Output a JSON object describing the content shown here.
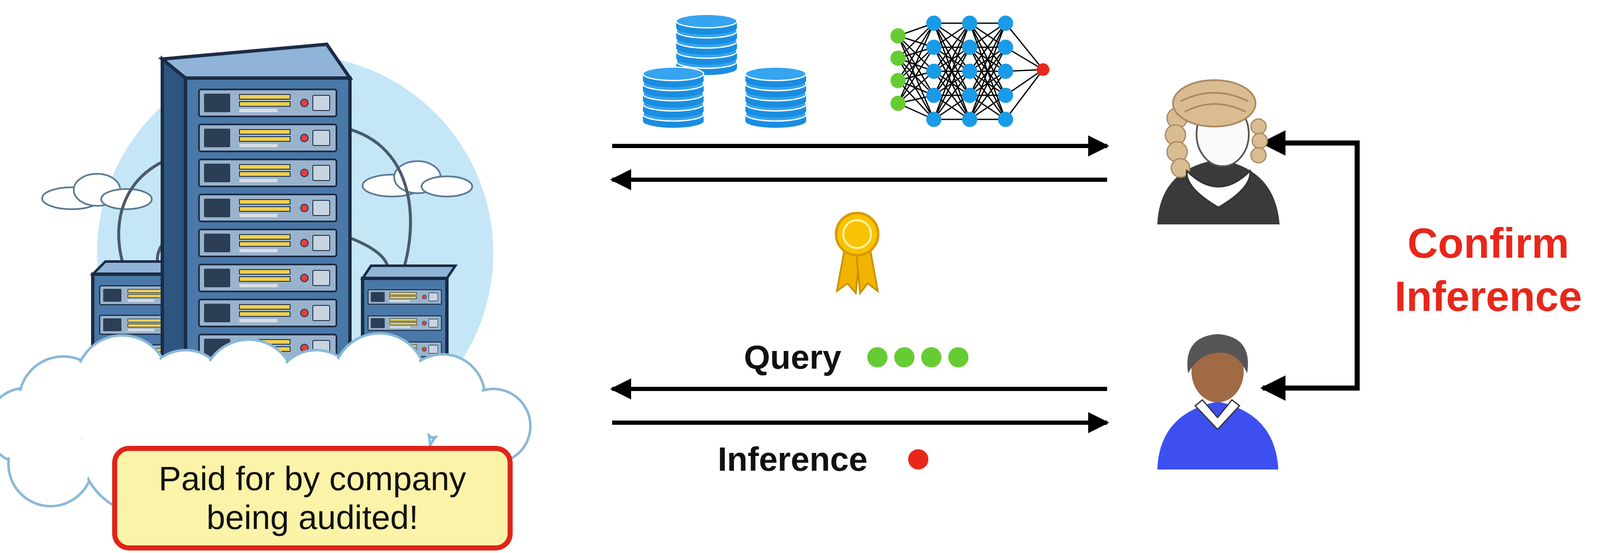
{
  "diagram": {
    "nodes": [
      {
        "text": [
          "Paid for by company being audited!"
        ]
      }
    ],
    "labels": [
      "Query",
      "Inference",
      "Confirm Inference"
    ]
  }
}
